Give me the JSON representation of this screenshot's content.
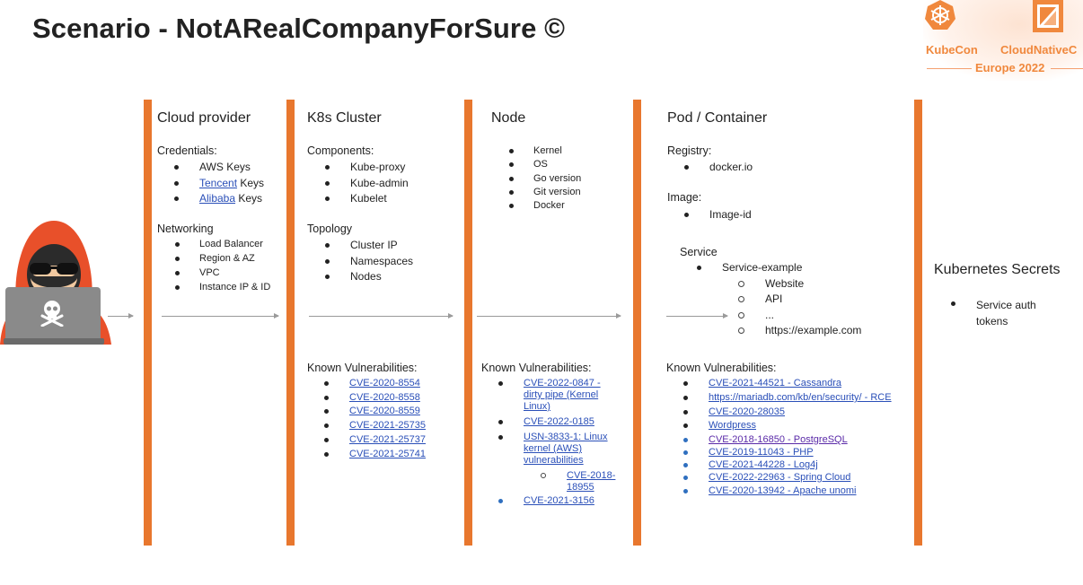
{
  "slide": {
    "title": "Scenario - NotARealCompanyForSure ©"
  },
  "branding": {
    "kubecon": "KubeCon",
    "cloudnative": "CloudNativeC",
    "event": "Europe 2022"
  },
  "icons": [
    "hacker-icon",
    "skull-icon",
    "kubecon-logo-icon",
    "cloudnative-logo-icon",
    "arrow-icon"
  ],
  "colors": {
    "accent": "#e8772e",
    "link": "#2a4fb8",
    "hood": "#e8502a",
    "laptop": "#8a8a8a"
  },
  "cloud": {
    "heading": "Cloud provider",
    "credentials_label": "Credentials:",
    "credentials": [
      {
        "text": "AWS Keys"
      },
      {
        "link": "Tencent",
        "text": " Keys"
      },
      {
        "link": "Alibaba",
        "text": " Keys"
      }
    ],
    "networking_label": "Networking",
    "networking": [
      "Load Balancer",
      "Region & AZ",
      "VPC",
      "Instance IP & ID"
    ]
  },
  "k8s": {
    "heading": "K8s Cluster",
    "components_label": "Components:",
    "components": [
      "Kube-proxy",
      "Kube-admin",
      "Kubelet"
    ],
    "topology_label": "Topology",
    "topology": [
      "Cluster IP",
      "Namespaces",
      "Nodes"
    ],
    "vuln_label": "Known Vulnerabilities:",
    "vulns": [
      "CVE-2020-8554",
      "CVE-2020-8558",
      "CVE-2020-8559",
      "CVE-2021-25735",
      "CVE-2021-25737",
      "CVE-2021-25741"
    ]
  },
  "node": {
    "heading": "Node",
    "items": [
      "Kernel",
      "OS",
      "Go version",
      "Git version",
      "Docker"
    ],
    "vuln_label": "Known Vulnerabilities:",
    "vuln_1a": "CVE-2022-0847 -",
    "vuln_1b": "dirty pipe (Kernel",
    "vuln_1c": "Linux)",
    "vuln_2": "CVE-2022-0185",
    "vuln_3a": "USN-3833-1: Linux",
    "vuln_3b": "kernel (AWS)",
    "vuln_3c": "vulnerabilities",
    "vuln_3_sub_a": "CVE-2018-",
    "vuln_3_sub_b": "18955",
    "vuln_4": "CVE-2021-3156"
  },
  "pod": {
    "heading": "Pod / Container",
    "registry_label": "Registry:",
    "registry": "docker.io",
    "image_label": "Image:",
    "image": "Image-id",
    "service_label": "Service",
    "service": "Service-example",
    "service_items": [
      "Website",
      "API",
      "...",
      "https://example.com"
    ],
    "vuln_label": "Known Vulnerabilities:",
    "vulns": [
      "CVE-2021-44521 - Cassandra",
      "https://mariadb.com/kb/en/security/ - RCE",
      "CVE-2020-28035",
      "Wordpress",
      "CVE-2018-16850 - PostgreSQL",
      "CVE-2019-11043 - PHP",
      "CVE-2021-44228 - Log4j",
      "CVE-2022-22963 - Spring Cloud",
      "CVE-2020-13942 - Apache unomi"
    ]
  },
  "secrets": {
    "heading": "Kubernetes Secrets",
    "item_a": "Service auth",
    "item_b": "tokens"
  }
}
